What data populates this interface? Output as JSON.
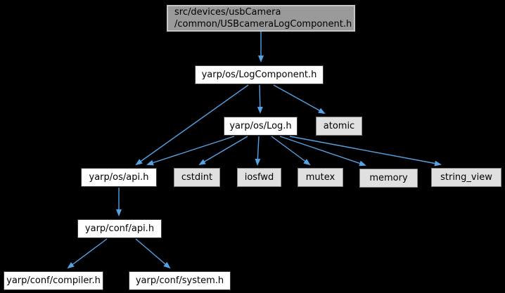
{
  "diagram": {
    "type": "include-dependency-graph",
    "background_color": "#000000",
    "edge_color": "#55a2e5",
    "root_fill": "#9a9a9a",
    "header_node_fill": "#ffffff",
    "system_node_fill": "#e0e0e0",
    "root": {
      "line1": "src/devices/usbCamera",
      "line2": "/common/USBcameraLogComponent.h"
    },
    "nodes": {
      "logcomponent": {
        "label": "yarp/os/LogComponent.h"
      },
      "log": {
        "label": "yarp/os/Log.h"
      },
      "atomic": {
        "label": "atomic"
      },
      "api": {
        "label": "yarp/os/api.h"
      },
      "cstdint": {
        "label": "cstdint"
      },
      "iosfwd": {
        "label": "iosfwd"
      },
      "mutex": {
        "label": "mutex"
      },
      "memory": {
        "label": "memory"
      },
      "string_view": {
        "label": "string_view"
      },
      "conf_api": {
        "label": "yarp/conf/api.h"
      },
      "compiler": {
        "label": "yarp/conf/compiler.h"
      },
      "system": {
        "label": "yarp/conf/system.h"
      }
    },
    "edges": [
      {
        "from": "src/devices/usbCamera/common/USBcameraLogComponent.h",
        "to": "yarp/os/LogComponent.h"
      },
      {
        "from": "yarp/os/LogComponent.h",
        "to": "yarp/os/Log.h"
      },
      {
        "from": "yarp/os/LogComponent.h",
        "to": "atomic"
      },
      {
        "from": "yarp/os/LogComponent.h",
        "to": "yarp/os/api.h"
      },
      {
        "from": "yarp/os/Log.h",
        "to": "yarp/os/api.h"
      },
      {
        "from": "yarp/os/Log.h",
        "to": "cstdint"
      },
      {
        "from": "yarp/os/Log.h",
        "to": "iosfwd"
      },
      {
        "from": "yarp/os/Log.h",
        "to": "mutex"
      },
      {
        "from": "yarp/os/Log.h",
        "to": "memory"
      },
      {
        "from": "yarp/os/Log.h",
        "to": "string_view"
      },
      {
        "from": "yarp/os/api.h",
        "to": "yarp/conf/api.h"
      },
      {
        "from": "yarp/conf/api.h",
        "to": "yarp/conf/compiler.h"
      },
      {
        "from": "yarp/conf/api.h",
        "to": "yarp/conf/system.h"
      }
    ]
  }
}
